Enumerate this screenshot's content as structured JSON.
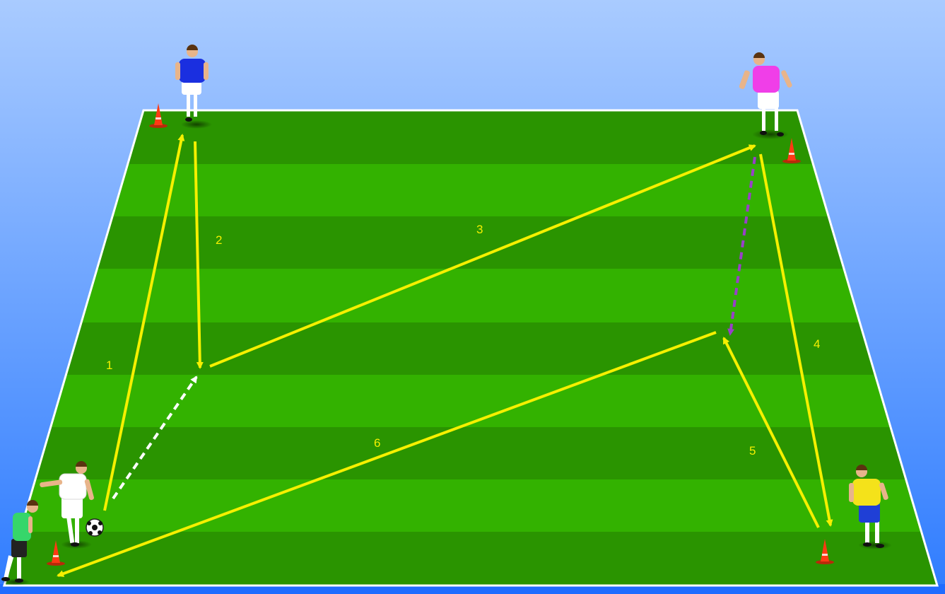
{
  "diagram": {
    "labels": {
      "pass_1": "1",
      "pass_2": "2",
      "pass_3": "3",
      "pass_4": "4",
      "pass_5": "5",
      "pass_6": "6"
    },
    "players": [
      {
        "role": "player",
        "shirt_color": "#1a2fe0",
        "shorts_color": "#ffffff"
      },
      {
        "role": "player",
        "shirt_color": "#f03ee8",
        "shorts_color": "#ffffff"
      },
      {
        "role": "player-with-ball",
        "shirt_color": "#ffffff",
        "shorts_color": "#ffffff"
      },
      {
        "role": "waiting-player",
        "shirt_color": "#36d66a",
        "shorts_color": "#222222"
      },
      {
        "role": "player",
        "shirt_color": "#f4e21a",
        "shorts_color": "#1f3fd6"
      }
    ],
    "colors": {
      "sky_top": "#a9cbff",
      "sky_bottom": "#2f7cff",
      "grass_light": "#33b200",
      "grass_dark": "#2a9400",
      "pass_arrow": "#f5f000",
      "run_arrow_white": "#ffffff",
      "run_arrow_purple": "#9a3fc8",
      "cone": "#ff3a14"
    }
  }
}
